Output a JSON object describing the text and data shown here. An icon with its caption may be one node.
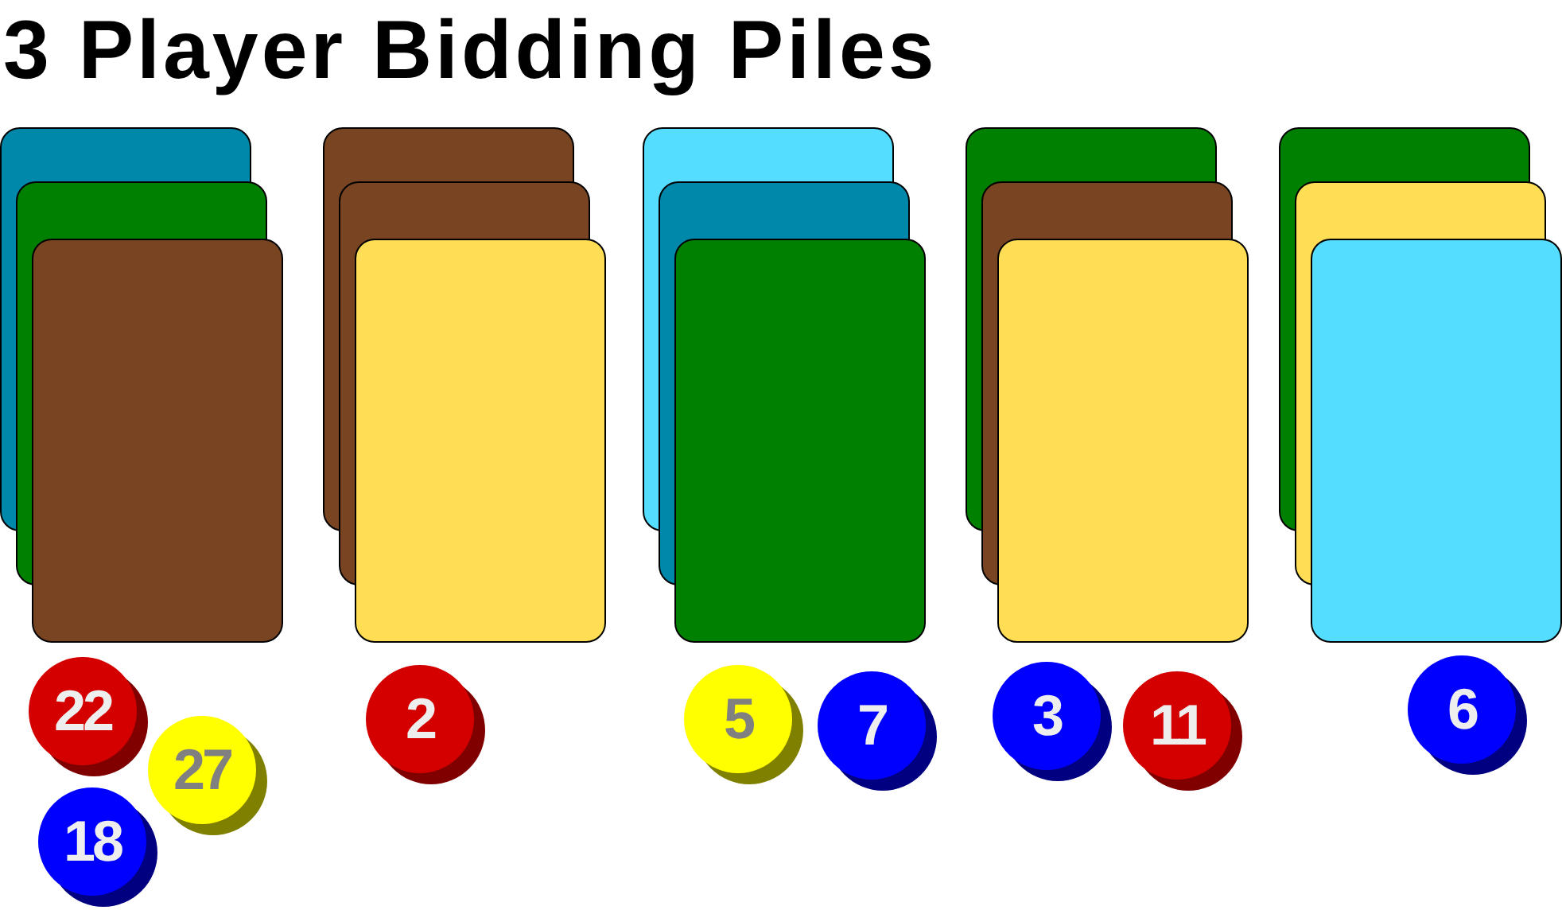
{
  "diagram": {
    "title": "3 Player Bidding Piles",
    "nodes": [
      {
        "text": [
          "22"
        ]
      },
      {
        "text": [
          "27"
        ]
      },
      {
        "text": [
          "18"
        ]
      },
      {
        "text": [
          "2"
        ]
      },
      {
        "text": [
          "5"
        ]
      },
      {
        "text": [
          "7"
        ]
      },
      {
        "text": [
          "3"
        ]
      },
      {
        "text": [
          "11"
        ]
      },
      {
        "text": [
          "6"
        ]
      }
    ]
  }
}
